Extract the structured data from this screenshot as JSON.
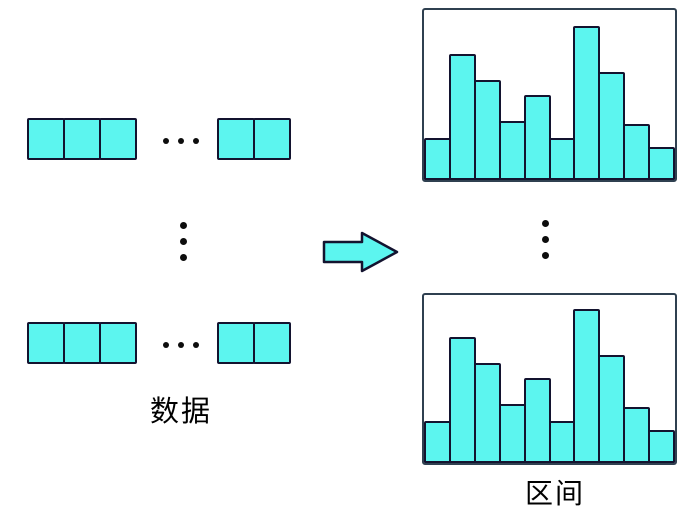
{
  "labels": {
    "left_caption": "数据",
    "right_caption": "区间"
  },
  "colors": {
    "background": "#FFFFFF",
    "cell_fill": "#5CF5EF",
    "outline": "#13132F",
    "frame": "#2F4050",
    "dot": "#0D0D0D",
    "text": "#000000"
  },
  "left_panel": {
    "rows": [
      {
        "leading_cells": 3,
        "trailing_cells": 2
      },
      {
        "leading_cells": 3,
        "trailing_cells": 2
      }
    ],
    "row_gap_dots": 3,
    "between_rows_dots": 3
  },
  "arrow": {
    "icon": "right-block-arrow",
    "direction": "right"
  },
  "right_panel": {
    "between_charts_dots": 3
  },
  "chart_data": [
    {
      "type": "bar",
      "position": "top-right",
      "bins": 10,
      "values": [
        42,
        126,
        100,
        59,
        85,
        42,
        154,
        108,
        56,
        33
      ],
      "value_unit": "relative-bar-height-px",
      "axes": false,
      "grid": false,
      "bar_color": "#5CF5EF",
      "frame_color": "#2F4050"
    },
    {
      "type": "bar",
      "position": "bottom-right",
      "bins": 10,
      "values": [
        42,
        126,
        100,
        59,
        85,
        42,
        154,
        108,
        56,
        33
      ],
      "value_unit": "relative-bar-height-px",
      "axes": false,
      "grid": false,
      "bar_color": "#5CF5EF",
      "frame_color": "#2F4050"
    }
  ]
}
